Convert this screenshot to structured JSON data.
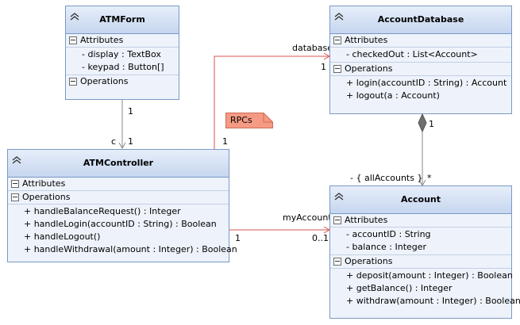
{
  "classes": {
    "atmform": {
      "name": "ATMForm",
      "attributes_title": "Attributes",
      "attributes": [
        "- display : TextBox",
        "- keypad : Button[]"
      ],
      "operations_title": "Operations",
      "operations": []
    },
    "accountdatabase": {
      "name": "AccountDatabase",
      "attributes_title": "Attributes",
      "attributes": [
        "- checkedOut : List<Account>"
      ],
      "operations_title": "Operations",
      "operations": [
        "+ login(accountID : String) : Account",
        "+ logout(a : Account)"
      ]
    },
    "atmcontroller": {
      "name": "ATMController",
      "attributes_title": "Attributes",
      "attributes": [],
      "operations_title": "Operations",
      "operations": [
        "+ handleBalanceRequest() : Integer",
        "+ handleLogin(accountID : String) : Boolean",
        "+ handleLogout()",
        "+ handleWithdrawal(amount : Integer) : Boolean"
      ]
    },
    "account": {
      "name": "Account",
      "attributes_title": "Attributes",
      "attributes": [
        "- accountID : String",
        "- balance : Integer"
      ],
      "operations_title": "Operations",
      "operations": [
        "+ deposit(amount : Integer) : Boolean",
        "+ getBalance() : Integer",
        "+ withdraw(amount : Integer) : Boolean"
      ]
    }
  },
  "connectors": {
    "form_controller": {
      "mult_top": "1",
      "role_bottom": "c",
      "mult_bottom": "1"
    },
    "controller_database": {
      "role": "database",
      "mult_target": "1",
      "mult_source": "1"
    },
    "controller_account": {
      "role": "myAccount",
      "mult_source": "1",
      "mult_target": "0..1"
    },
    "database_account": {
      "mult_source": "1",
      "role": "- { allAccounts }",
      "mult_target": "*"
    }
  },
  "note": {
    "text": "RPCs"
  },
  "colors": {
    "association_red": "#d9534f",
    "composition_gray": "#777777",
    "note_fill": "#f59a84"
  }
}
